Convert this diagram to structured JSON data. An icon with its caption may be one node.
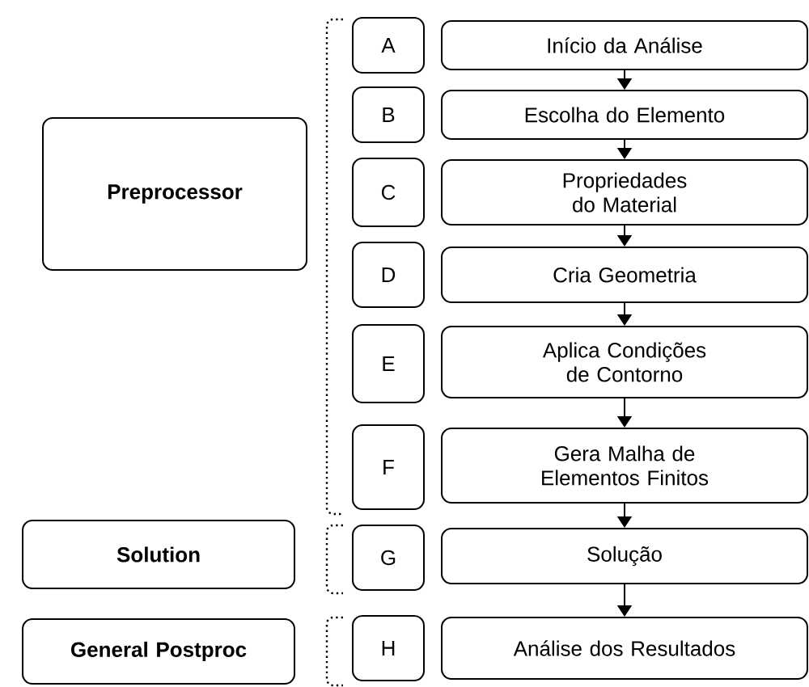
{
  "diagram": {
    "nodes": [
      {
        "text": [
          "Preprocessor"
        ]
      },
      {
        "text": [
          "Solution"
        ]
      },
      {
        "text": [
          "General Postproc"
        ]
      },
      {
        "text": [
          "A"
        ]
      },
      {
        "text": [
          "B"
        ]
      },
      {
        "text": [
          "C"
        ]
      },
      {
        "text": [
          "D"
        ]
      },
      {
        "text": [
          "E"
        ]
      },
      {
        "text": [
          "F"
        ]
      },
      {
        "text": [
          "G"
        ]
      },
      {
        "text": [
          "H"
        ]
      },
      {
        "text": [
          "Início da Análise"
        ]
      },
      {
        "text": [
          "Escolha do Elemento"
        ]
      },
      {
        "text": [
          "Propriedades do Material"
        ]
      },
      {
        "text": [
          "Cria Geometria"
        ]
      },
      {
        "text": [
          "Aplica Condições de Contorno"
        ]
      },
      {
        "text": [
          "Gera Malha de Elementos Finitos"
        ]
      },
      {
        "text": [
          "Solução"
        ]
      },
      {
        "text": [
          "Análise dos Resultados"
        ]
      }
    ],
    "edges": [
      {
        "from": 11,
        "to": 12,
        "arrow": "to"
      },
      {
        "from": 12,
        "to": 13,
        "arrow": "to"
      },
      {
        "from": 13,
        "to": 14,
        "arrow": "to"
      },
      {
        "from": 14,
        "to": 15,
        "arrow": "to"
      },
      {
        "from": 15,
        "to": 16,
        "arrow": "to"
      },
      {
        "from": 16,
        "to": 17,
        "arrow": "to"
      },
      {
        "from": 17,
        "to": 18,
        "arrow": "to"
      }
    ]
  }
}
